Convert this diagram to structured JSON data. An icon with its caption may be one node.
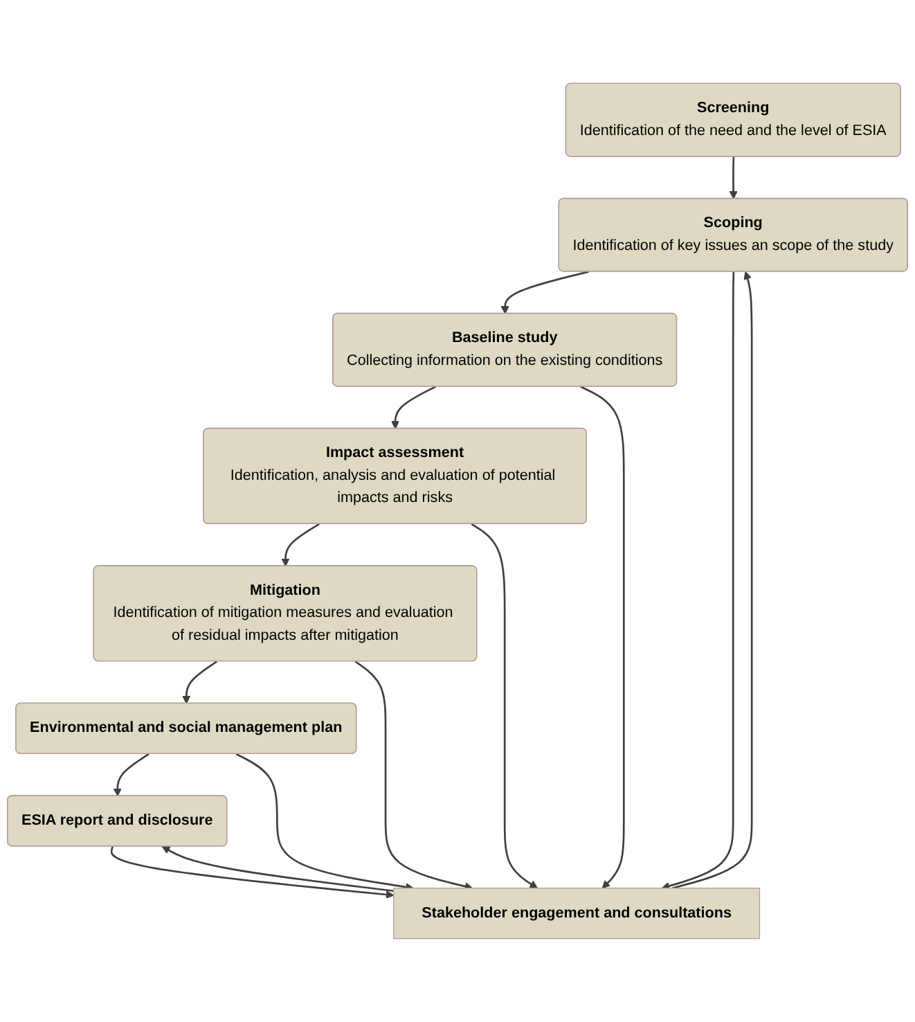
{
  "diagram": {
    "nodes": [
      {
        "text": [
          "Screening",
          "Identification of the need and the level of ESIA"
        ]
      },
      {
        "text": [
          "Scoping",
          "Identification of key issues an scope of the study"
        ]
      },
      {
        "text": [
          "Baseline study",
          "Collecting information on the existing conditions"
        ]
      },
      {
        "text": [
          "Impact assessment",
          "Identification, analysis and evaluation of potential impacts and risks"
        ]
      },
      {
        "text": [
          "Mitigation",
          "Identification of mitigation measures and evaluation of residual impacts after mitigation"
        ]
      },
      {
        "text": [
          "Environmental and social management plan"
        ]
      },
      {
        "text": [
          "ESIA report and disclosure"
        ]
      },
      {
        "text": [
          "Stakeholder engagement and consultations"
        ]
      }
    ],
    "edges": [
      {
        "from": 0,
        "to": 1,
        "arrow": "to"
      },
      {
        "from": 1,
        "to": 2,
        "arrow": "to"
      },
      {
        "from": 2,
        "to": 3,
        "arrow": "to"
      },
      {
        "from": 3,
        "to": 4,
        "arrow": "to"
      },
      {
        "from": 4,
        "to": 5,
        "arrow": "to"
      },
      {
        "from": 5,
        "to": 6,
        "arrow": "to"
      },
      {
        "from": 1,
        "to": 7,
        "arrow": "to"
      },
      {
        "from": 7,
        "to": 1,
        "arrow": "to"
      },
      {
        "from": 2,
        "to": 7,
        "arrow": "to"
      },
      {
        "from": 3,
        "to": 7,
        "arrow": "to"
      },
      {
        "from": 4,
        "to": 7,
        "arrow": "to"
      },
      {
        "from": 5,
        "to": 7,
        "arrow": "to"
      },
      {
        "from": 6,
        "to": 7,
        "arrow": "to"
      },
      {
        "from": 7,
        "to": 6,
        "arrow": "to"
      }
    ]
  }
}
